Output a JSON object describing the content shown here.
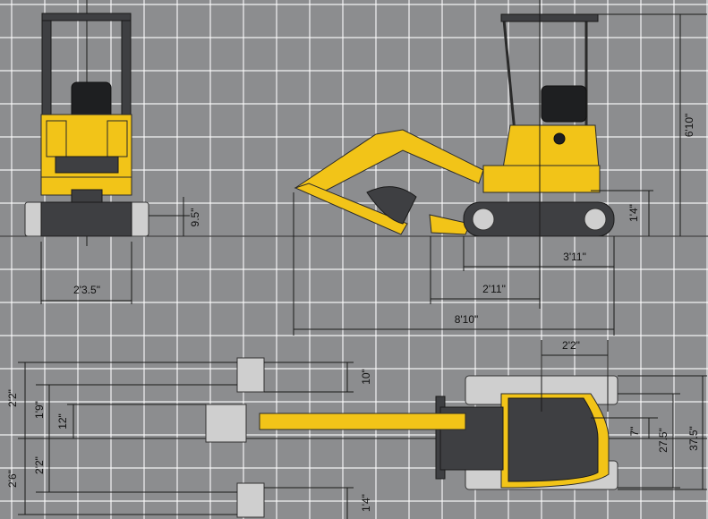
{
  "colors": {
    "background": "#8c8d8f",
    "grid": "#ffffff",
    "machine_yellow": "#f2c418",
    "track": "#3e3f42",
    "line": "#1a1a1a"
  },
  "dimensions": {
    "front_track_height": "9.5\"",
    "front_track_width": "2'3.5\"",
    "side_height": "6'10\"",
    "side_ground_clearance": "1'4\"",
    "side_track_length": "3'11\"",
    "side_blade_to_rear": "2'11\"",
    "side_overall_length": "8'10\"",
    "top_blade_width": "2'2\"",
    "top_swing_left_upper": "2'2\"",
    "top_swing_left_lower": "2'6\"",
    "top_offset_upper": "1'9\"",
    "top_offset_lower": "2'2\"",
    "top_bucket_center": "12\"",
    "top_bucket_offset_upper": "10\"",
    "top_bucket_offset_lower": "1'4\"",
    "top_center_offset": "7\"",
    "top_track_gauge": "27.5\"",
    "top_overall_width": "37.5\""
  }
}
